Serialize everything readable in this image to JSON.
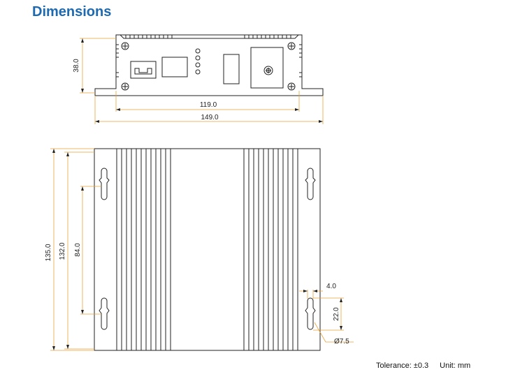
{
  "heading": "Dimensions",
  "front_view": {
    "height_label": "38.0",
    "inner_width_label": "119.0",
    "outer_width_label": "149.0"
  },
  "top_view": {
    "outer_height_label": "135.0",
    "inner_height_label": "132.0",
    "hole_spacing_label": "84.0",
    "slot_width_label": "4.0",
    "slot_length_label": "22.0",
    "hole_diameter_label": "Ø7.5"
  },
  "footer": {
    "tolerance": "Tolerance: ±0.3",
    "unit": "Unit: mm"
  },
  "colors": {
    "heading": "#1e6ab0",
    "drawing_line": "#222222",
    "dimension_line": "#e8a33a"
  }
}
